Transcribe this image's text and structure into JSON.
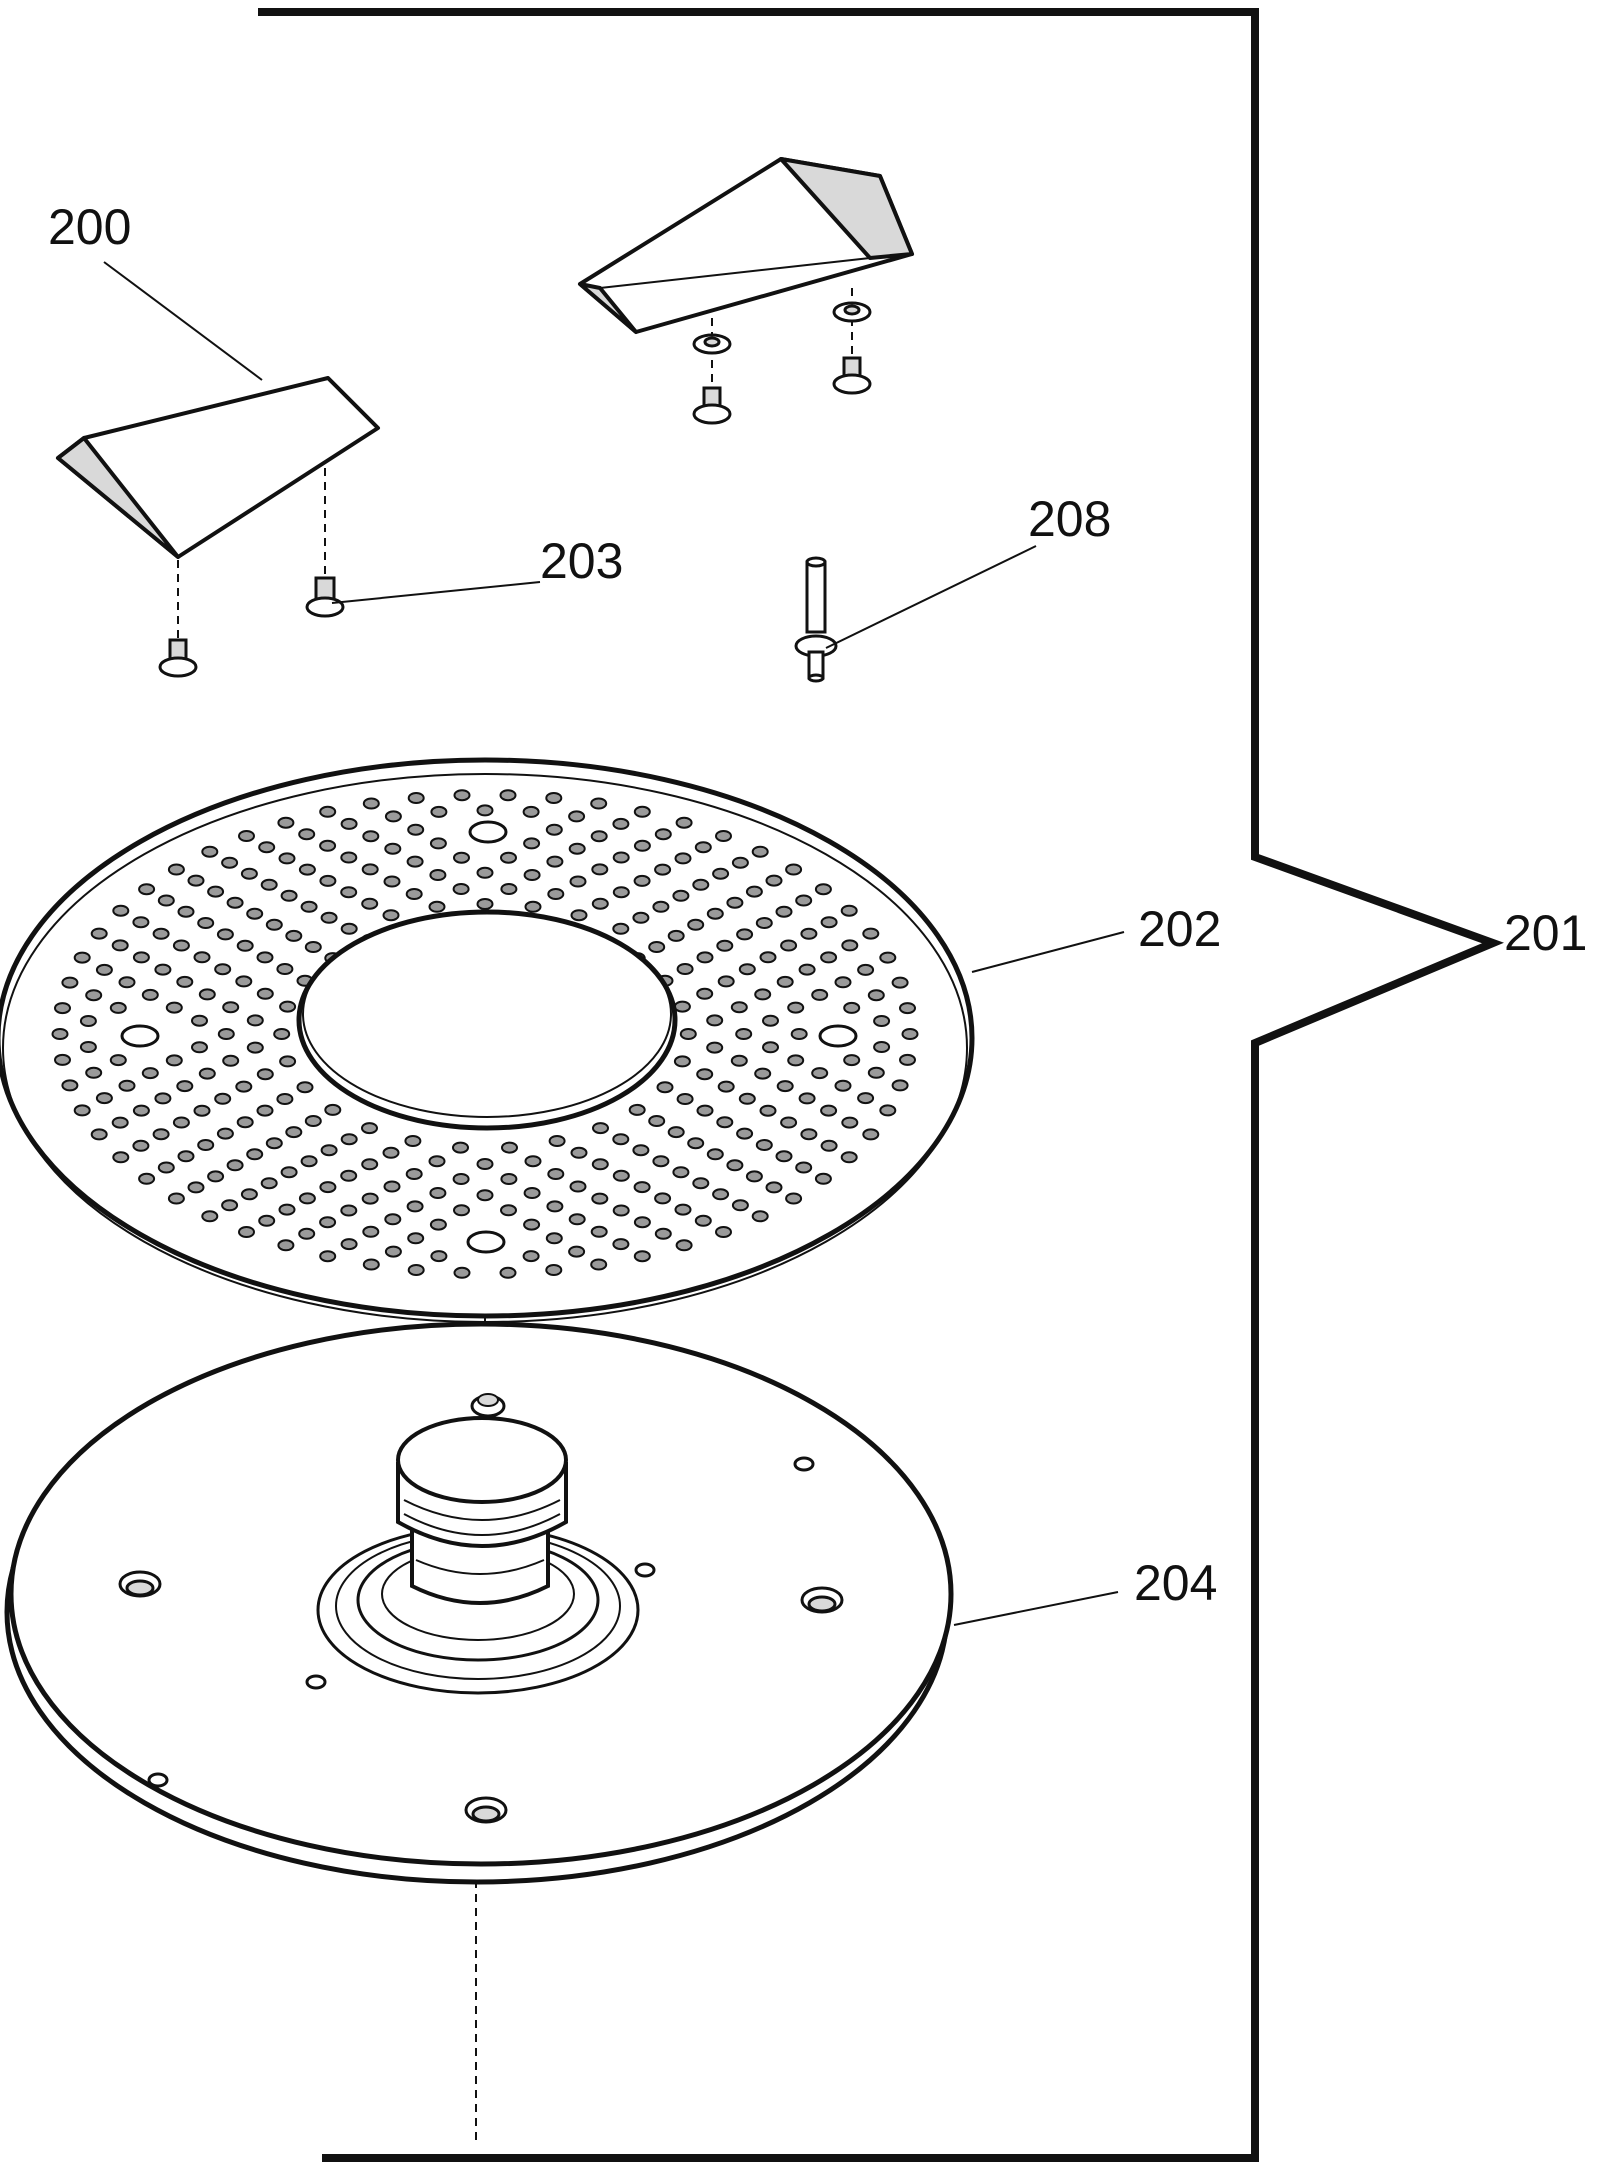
{
  "diagram": {
    "labels": {
      "wedge": "200",
      "assembly": "201",
      "perforated_disc": "202",
      "screw": "203",
      "base_plate": "204",
      "pin": "208"
    },
    "colors": {
      "line": "#111111",
      "fill": "#ffffff",
      "shade": "#d9d9d9",
      "hole_fill": "#9a9a9a"
    }
  }
}
